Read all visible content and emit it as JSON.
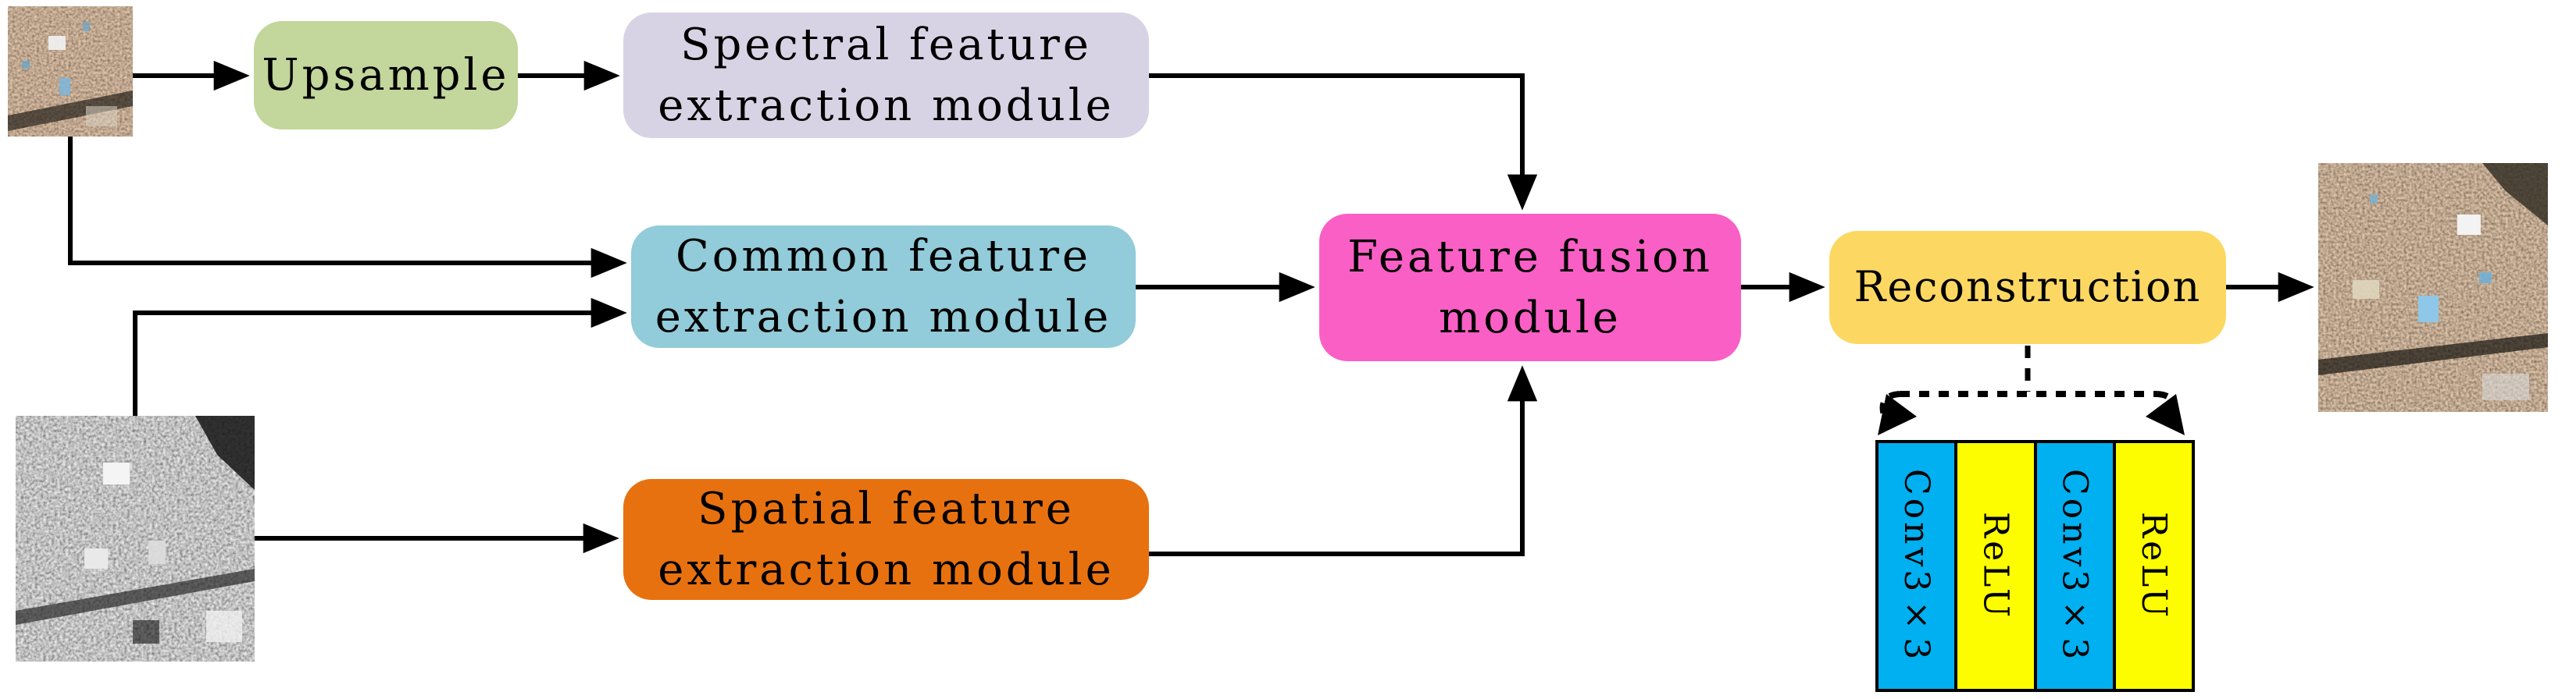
{
  "canvas": {
    "background": "#ffffff",
    "arrow_color": "#000000"
  },
  "inputs": {
    "ms_image_name": "multispectral-input-image",
    "pan_image_name": "panchromatic-input-image"
  },
  "output": {
    "image_name": "fused-output-image"
  },
  "boxes": {
    "upsample": {
      "label": "Upsample",
      "color": "#c3d69b"
    },
    "spectral": {
      "line1": "Spectral feature",
      "line2": "extraction module",
      "color": "#d8d3e4"
    },
    "common": {
      "line1": "Common feature",
      "line2": "extraction module",
      "color": "#92cbd9"
    },
    "spatial": {
      "line1": "Spatial feature",
      "line2": "extraction module",
      "color": "#e8710f"
    },
    "fusion": {
      "line1": "Feature fusion",
      "line2": "module",
      "color": "#fa5fc6"
    },
    "reconstruction": {
      "label": "Reconstruction",
      "color": "#fcd863"
    }
  },
  "stack": {
    "columns": [
      {
        "label": "Conv3×3",
        "color": "#00b0f0"
      },
      {
        "label": "ReLU",
        "color": "#fdfd00"
      },
      {
        "label": "Conv3×3",
        "color": "#00b0f0"
      },
      {
        "label": "ReLU",
        "color": "#fdfd00"
      }
    ]
  }
}
